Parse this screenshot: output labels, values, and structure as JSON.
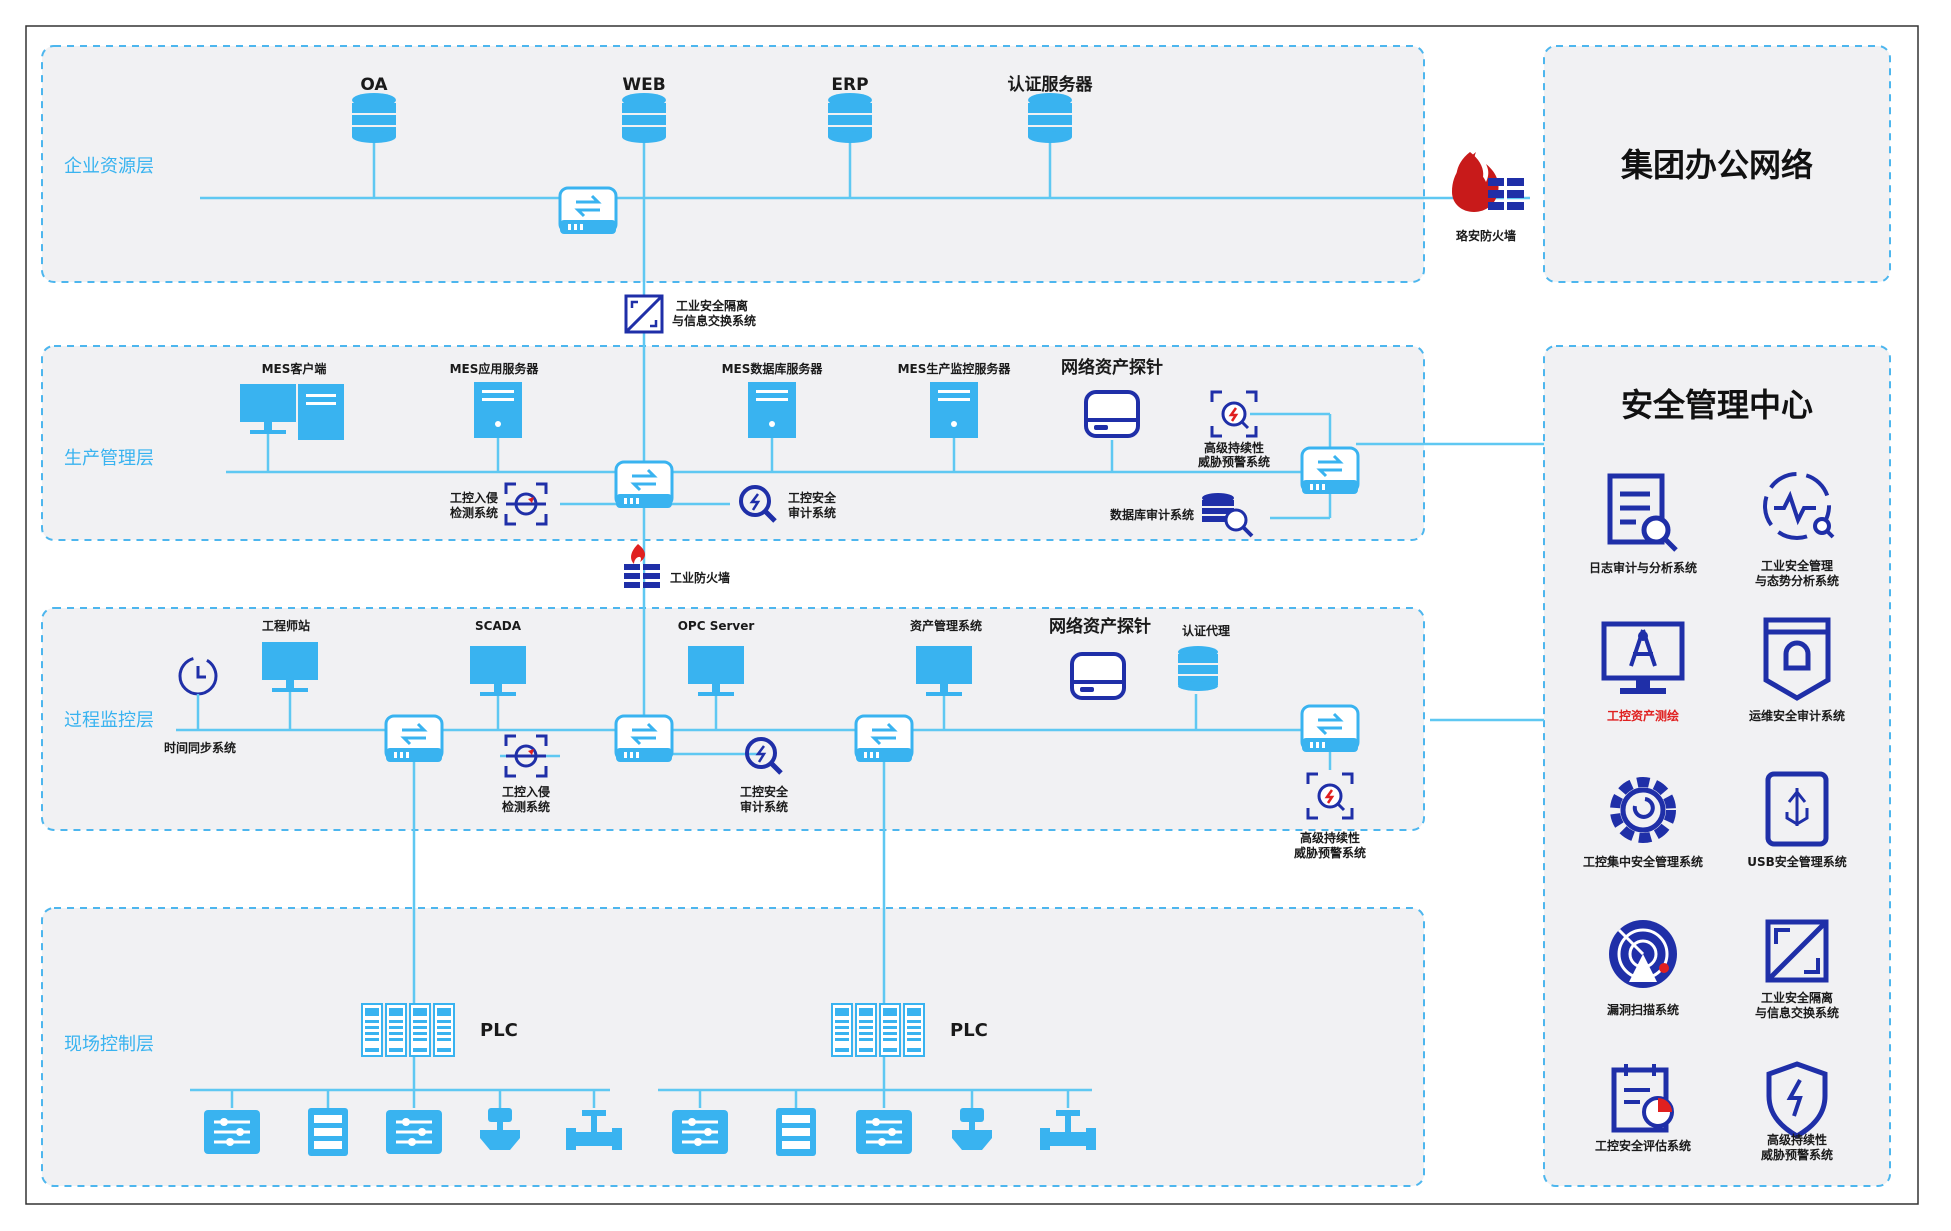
{
  "layers": {
    "enterprise": "企业资源层",
    "production": "生产管理层",
    "process": "过程监控层",
    "field": "现场控制层"
  },
  "enterprise": {
    "oa": "OA",
    "web": "WEB",
    "erp": "ERP",
    "auth_server": "认证服务器",
    "firewall": "珞安防火墙",
    "office_network": "集团办公网络"
  },
  "gap": {
    "isolation_line1": "工业安全隔离",
    "isolation_line2": "与信息交换系统"
  },
  "production": {
    "mes_client": "MES客户端",
    "mes_app": "MES应用服务器",
    "mes_db": "MES数据库服务器",
    "mes_monitor": "MES生产监控服务器",
    "probe": "网络资产探针",
    "apt_line1": "高级持续性",
    "apt_line2": "威胁预警系统",
    "ids_line1": "工控入侵",
    "ids_line2": "检测系统",
    "audit_line1": "工控安全",
    "audit_line2": "审计系统",
    "db_audit": "数据库审计系统"
  },
  "industrial_firewall": "工业防火墙",
  "process": {
    "engineer": "工程师站",
    "scada": "SCADA",
    "opc": "OPC Server",
    "asset_mgmt": "资产管理系统",
    "probe": "网络资产探针",
    "auth_proxy": "认证代理",
    "time_sync": "时间同步系统",
    "ids_line1": "工控入侵",
    "ids_line2": "检测系统",
    "audit_line1": "工控安全",
    "audit_line2": "审计系统",
    "apt_line1": "高级持续性",
    "apt_line2": "威胁预警系统"
  },
  "field": {
    "plc_left": "PLC",
    "plc_right": "PLC"
  },
  "security_center": {
    "title": "安全管理中心",
    "items": [
      {
        "line1": "日志审计与分析系统",
        "line2": "",
        "icon": "log-audit-icon"
      },
      {
        "line1": "工业安全管理",
        "line2": "与态势分析系统",
        "icon": "situation-analysis-icon"
      },
      {
        "line1": "工控资产测绘",
        "line2": "",
        "icon": "asset-mapping-icon",
        "color": "#e02020"
      },
      {
        "line1": "运维安全审计系统",
        "line2": "",
        "icon": "bastion-icon"
      },
      {
        "line1": "工控集中安全管理系统",
        "line2": "",
        "icon": "gear-icon"
      },
      {
        "line1": "USB安全管理系统",
        "line2": "",
        "icon": "usb-icon"
      },
      {
        "line1": "漏洞扫描系统",
        "line2": "",
        "icon": "radar-icon"
      },
      {
        "line1": "工业安全隔离",
        "line2": "与信息交换系统",
        "icon": "isolation-icon"
      },
      {
        "line1": "工控安全评估系统",
        "line2": "",
        "icon": "assessment-icon"
      },
      {
        "line1": "高级持续性",
        "line2": "威胁预警系统",
        "icon": "shield-icon"
      }
    ]
  },
  "colors": {
    "cyan": "#39b3f0",
    "line": "#5fc8f2",
    "navy": "#1f2fa8",
    "firewall_red": "#c81a1a"
  }
}
